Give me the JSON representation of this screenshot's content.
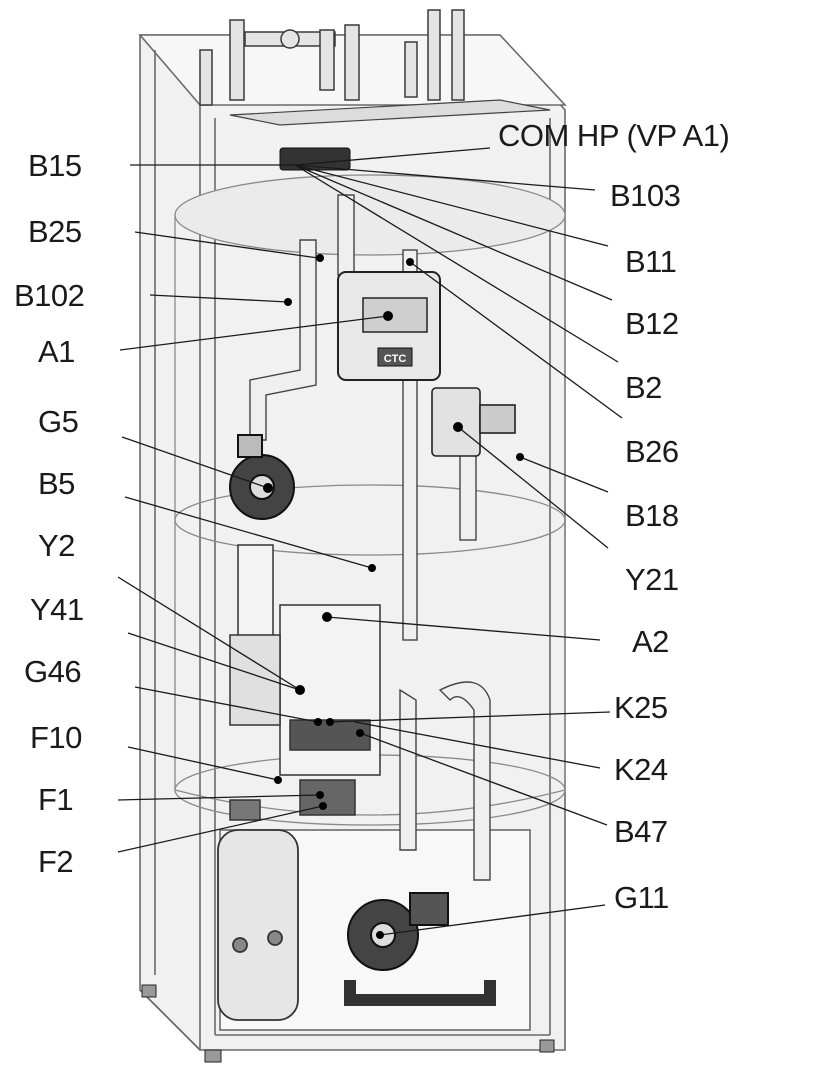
{
  "labels_left": {
    "b15": "B15",
    "b25": "B25",
    "b102": "B102",
    "a1": "A1",
    "g5": "G5",
    "b5": "B5",
    "y2": "Y2",
    "y41": "Y41",
    "g46": "G46",
    "f10": "F10",
    "f1": "F1",
    "f2": "F2"
  },
  "labels_right": {
    "com_hp": "COM HP (VP A1)",
    "b103": "B103",
    "b11": "B11",
    "b12": "B12",
    "b2": "B2",
    "b26": "B26",
    "b18": "B18",
    "y21": "Y21",
    "a2": "A2",
    "k25": "K25",
    "k24": "K24",
    "b47": "B47",
    "g11": "G11"
  },
  "display_logo": "CTC",
  "colors": {
    "line": "#1a1a1a",
    "cabinet": "#e9e9e9",
    "outline": "#555555",
    "component": "#3a3a3a"
  }
}
